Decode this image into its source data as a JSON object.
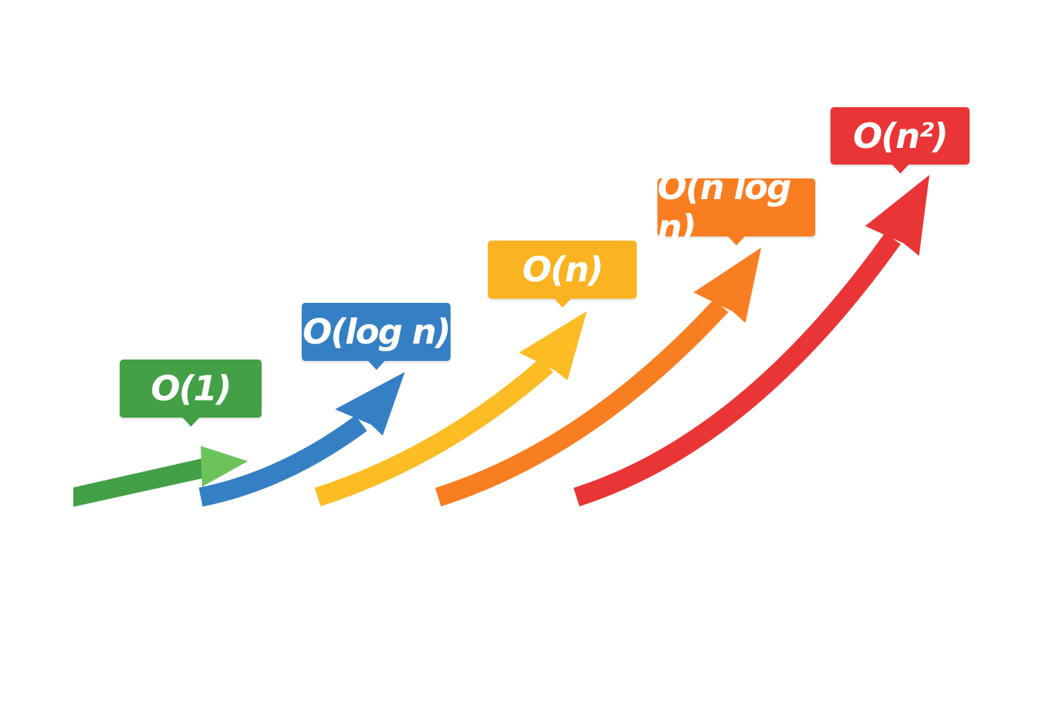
{
  "complexities": [
    {
      "label": "O(1)",
      "color": "#43a047",
      "head_color": "#6cc35a"
    },
    {
      "label": "O(log n)",
      "color": "#3580c4",
      "head_color": "#3580c4"
    },
    {
      "label": "O(n)",
      "color": "#fbbc24",
      "head_color": "#fbbc24"
    },
    {
      "label": "O(n log n)",
      "color": "#f97e22",
      "head_color": "#f97e22"
    },
    {
      "label": "O(n²)",
      "color": "#e93535",
      "head_color": "#e93535"
    }
  ]
}
